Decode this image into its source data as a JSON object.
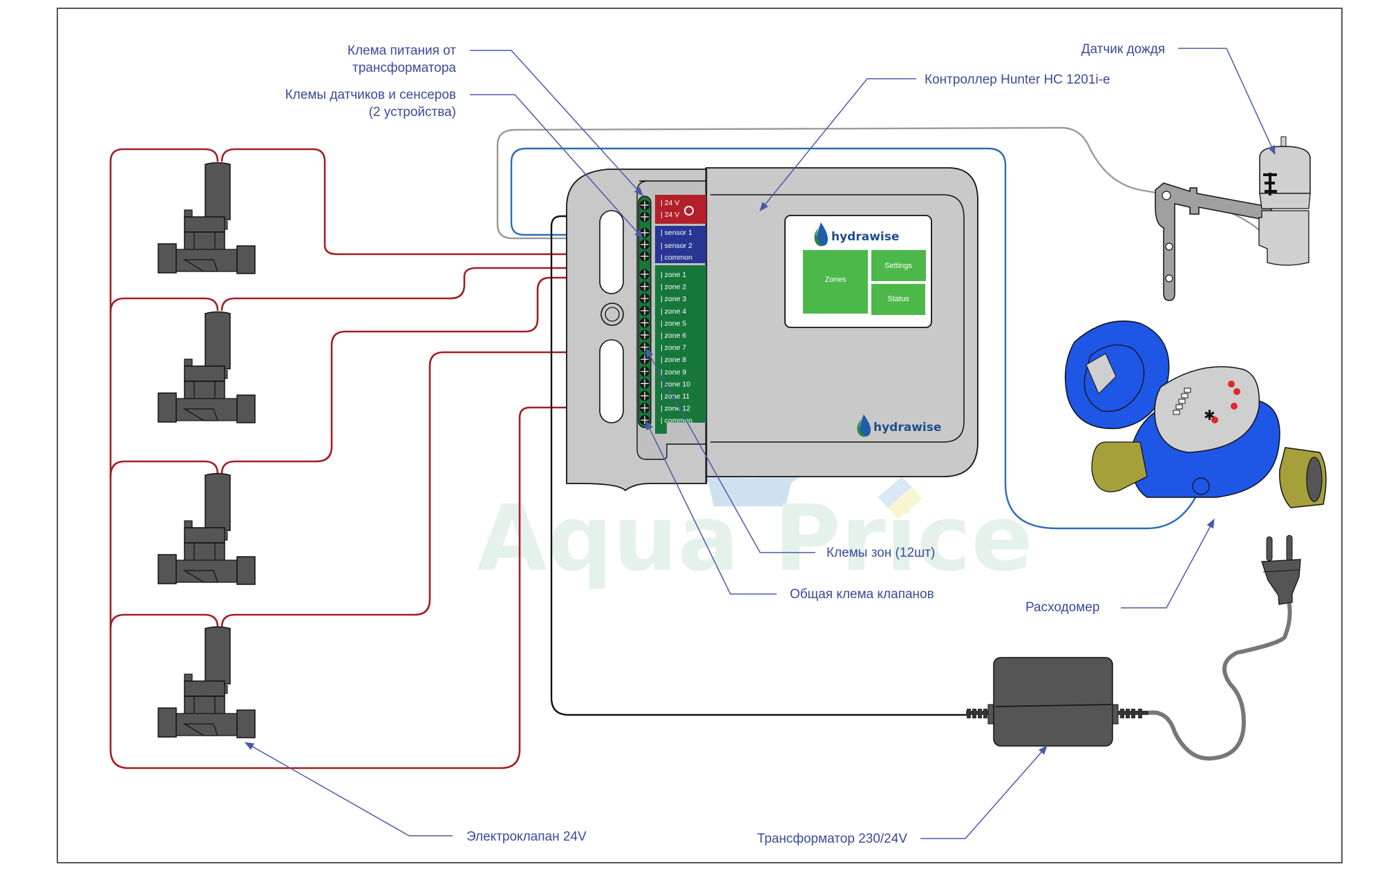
{
  "diagram": {
    "title": "Hydrawise controller wiring diagram",
    "watermark": {
      "left": "Aqua",
      "right": "Price",
      "left_parts": [
        "Aq",
        "u",
        "a"
      ]
    },
    "callouts": {
      "power_terminal": [
        "Клема питания от",
        "трансформатора"
      ],
      "sensor_terminals": [
        "Клемы датчиков и сенсеров",
        "(2 устройства)"
      ],
      "controller": "Контроллер Hunter HC 1201i-e",
      "rain_sensor": "Датчик дождя",
      "zone_terminals": "Клемы зон  (12шт)",
      "common_terminal": "Общая клема клапанов",
      "flow_meter": "Расходомер",
      "solenoid_valve": "Электроклапан 24V",
      "transformer": "Трансформатор 230/24V"
    },
    "controller": {
      "brand": "hydrawise",
      "screen_buttons": {
        "zones": "Zones",
        "settings": "Settings",
        "status": "Status"
      },
      "power_block": [
        "| 24 V",
        "| 24 V"
      ],
      "sensor_block": [
        "| sensor 1",
        "| sensor 2",
        "| common"
      ],
      "zone_block": [
        "| zone 1",
        "| zone 2",
        "| zone 3",
        "| zone 4",
        "| zone 5",
        "| zone 6",
        "| zone 7",
        "| zone 8",
        "| zone 9",
        "| zone 10",
        "| zone 11",
        "| zone 12",
        "| common"
      ]
    },
    "colors": {
      "label_text": "#3a4a9a",
      "leader_line": "#4a5aa8",
      "zone_wire": "#a31e22",
      "sensor_wire_blue": "#2a6db5",
      "sensor_wire_gray": "#9a9a9a",
      "power_block": "#b3202a",
      "sensor_block": "#283593",
      "zone_block": "#17773b",
      "screen_button": "#4cb84a",
      "valve_body": "#555555",
      "flow_meter_body": "#1e56e6",
      "brass": "#a5a03a"
    },
    "valve_count": 4
  }
}
